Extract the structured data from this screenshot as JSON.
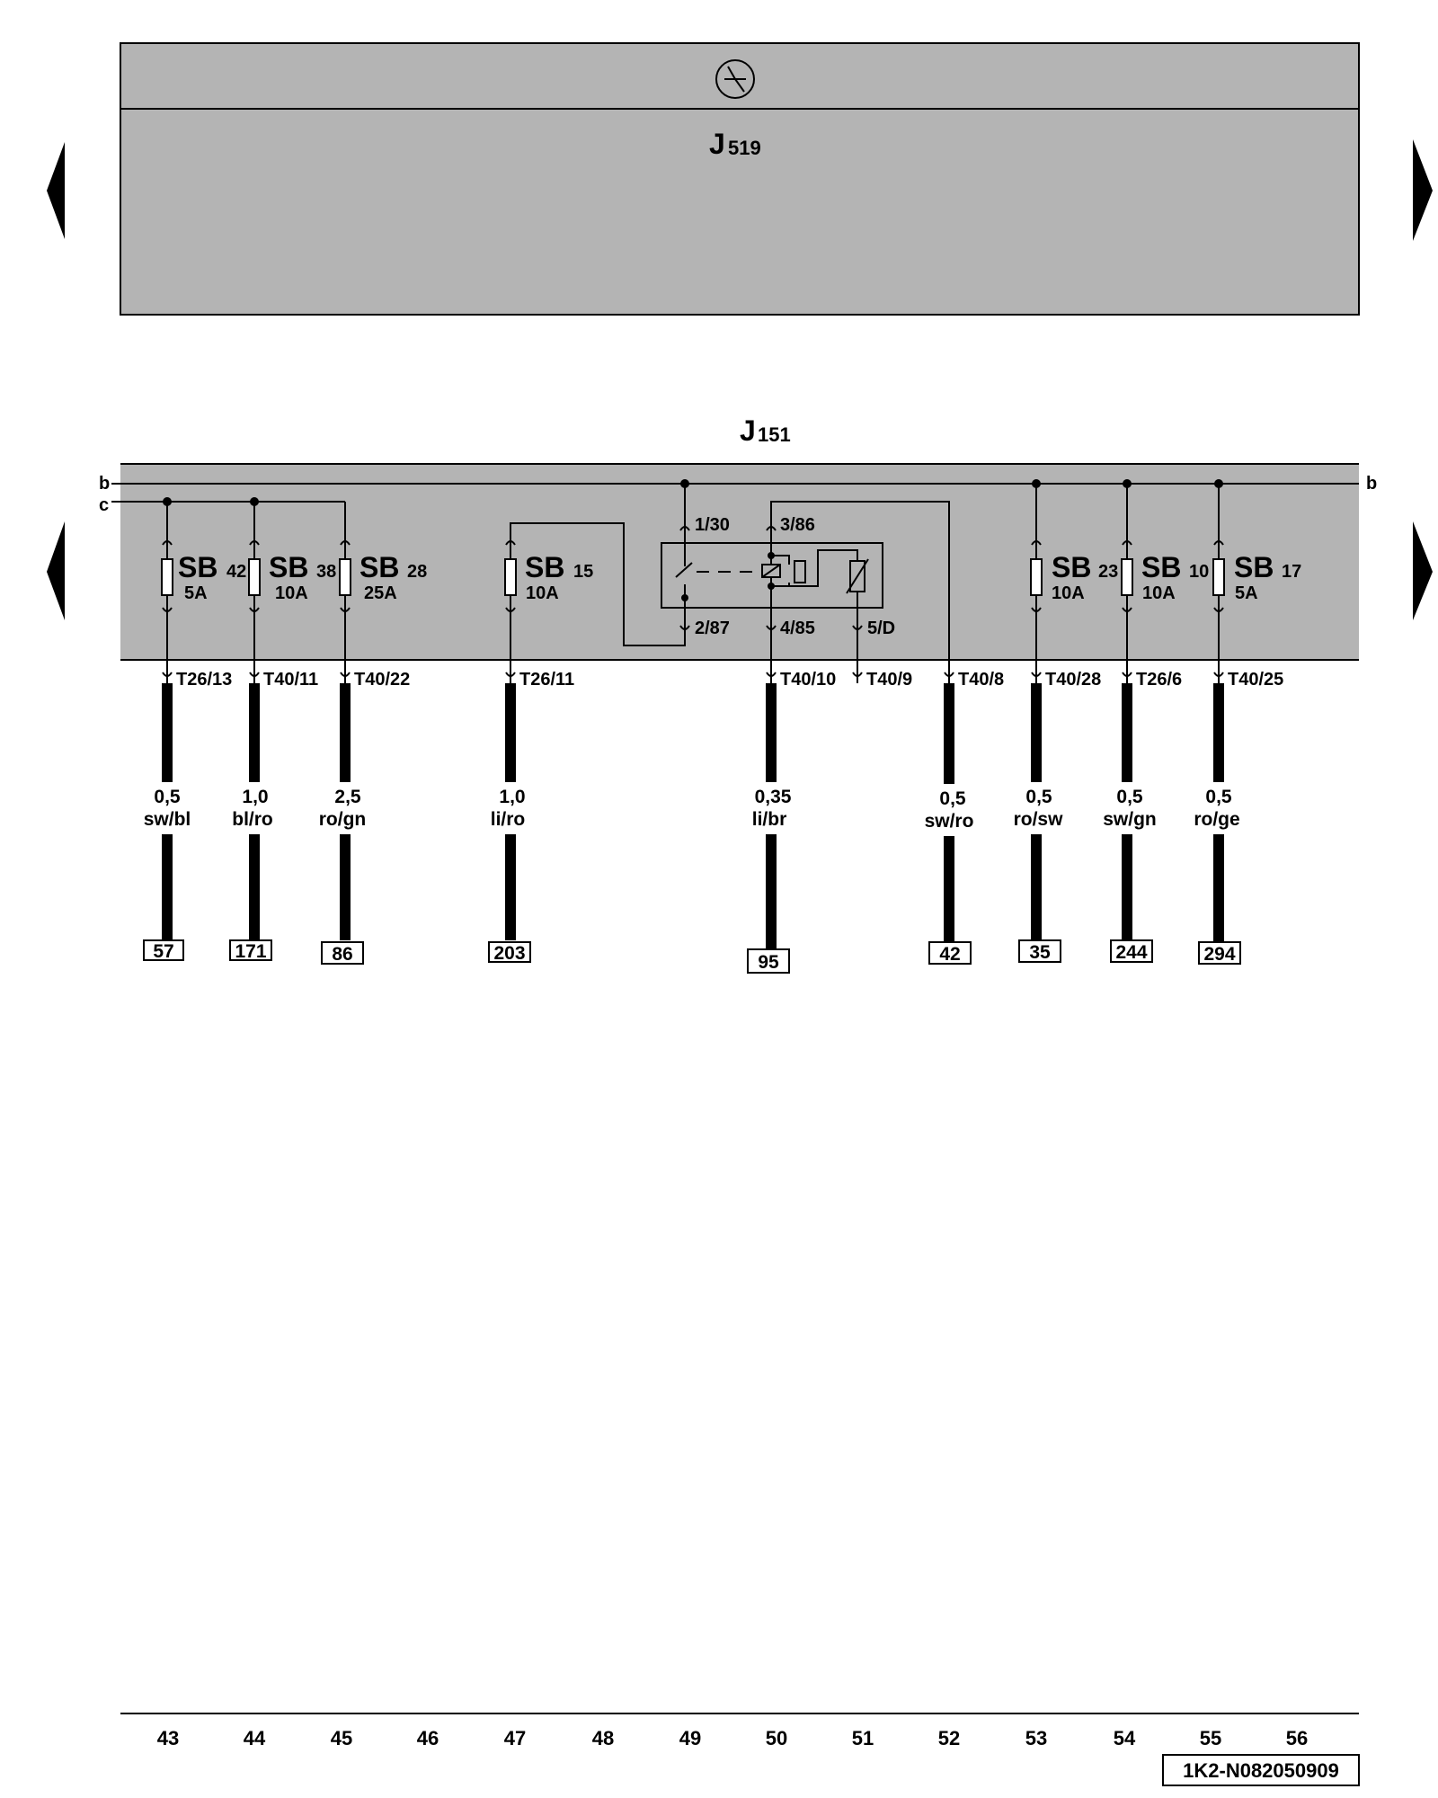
{
  "top_unit": {
    "label_main": "J",
    "label_sub": "519"
  },
  "mid_unit": {
    "label_main": "J",
    "label_sub": "151"
  },
  "rails": {
    "b": "b",
    "c": "c"
  },
  "fuses": [
    {
      "name": "SB",
      "num": "42",
      "amp": "5A"
    },
    {
      "name": "SB",
      "num": "38",
      "amp": "10A"
    },
    {
      "name": "SB",
      "num": "28",
      "amp": "25A"
    },
    {
      "name": "SB",
      "num": "15",
      "amp": "10A"
    },
    {
      "name": "SB",
      "num": "23",
      "amp": "10A"
    },
    {
      "name": "SB",
      "num": "10",
      "amp": "10A"
    },
    {
      "name": "SB",
      "num": "17",
      "amp": "5A"
    }
  ],
  "relay_pins": [
    "1/30",
    "3/86",
    "2/87",
    "4/85",
    "5/D"
  ],
  "connectors": [
    "T26/13",
    "T40/11",
    "T40/22",
    "T26/11",
    "T40/10",
    "T40/9",
    "T40/8",
    "T40/28",
    "T26/6",
    "T40/25"
  ],
  "wires": [
    {
      "size": "0,5",
      "color": "sw/bl",
      "ref": "57"
    },
    {
      "size": "1,0",
      "color": "bl/ro",
      "ref": "171"
    },
    {
      "size": "2,5",
      "color": "ro/gn",
      "ref": "86"
    },
    {
      "size": "1,0",
      "color": "li/ro",
      "ref": "203"
    },
    {
      "size": "0,35",
      "color": "li/br",
      "ref": "95"
    },
    {
      "size": "0,5",
      "color": "sw/ro",
      "ref": "42"
    },
    {
      "size": "0,5",
      "color": "ro/sw",
      "ref": "35"
    },
    {
      "size": "0,5",
      "color": "sw/gn",
      "ref": "244"
    },
    {
      "size": "0,5",
      "color": "ro/ge",
      "ref": "294"
    }
  ],
  "tracks": [
    "43",
    "44",
    "45",
    "46",
    "47",
    "48",
    "49",
    "50",
    "51",
    "52",
    "53",
    "54",
    "55",
    "56"
  ],
  "doc_id": "1K2-N082050909",
  "colors": {
    "panel": "#b4b4b4",
    "line": "#000000"
  }
}
